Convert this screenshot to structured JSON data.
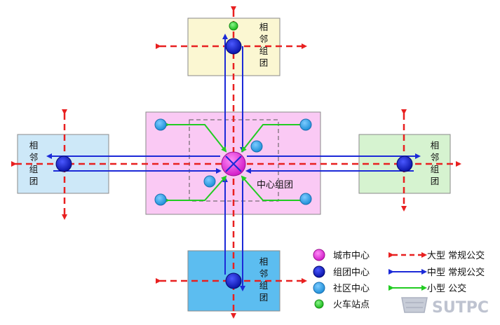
{
  "adjacent_group_label_chars": [
    "相",
    "邻",
    "组",
    "团"
  ],
  "central_group_label": "中心组团",
  "legend": {
    "nodes": [
      {
        "label": "城市中心",
        "color": "#e030d8"
      },
      {
        "label": "组团中心",
        "color": "#1c2ad8"
      },
      {
        "label": "社区中心",
        "color": "#2ea0e8"
      },
      {
        "label": "火车站点",
        "color": "#22cc22"
      }
    ],
    "lines": [
      {
        "label": "大型 常规公交",
        "color": "#e82020",
        "style": "dashed"
      },
      {
        "label": "中型 常规公交",
        "color": "#1c2ad8",
        "style": "solid"
      },
      {
        "label": "小型 公交",
        "color": "#22cc22",
        "style": "solid"
      }
    ]
  },
  "watermark": "SUTPC",
  "colors": {
    "top_block": "#fbf7d2",
    "left_block": "#cde8f8",
    "right_block": "#d6f3d0",
    "bottom_block": "#5cbdf0",
    "central_block": "#fac9f4"
  }
}
